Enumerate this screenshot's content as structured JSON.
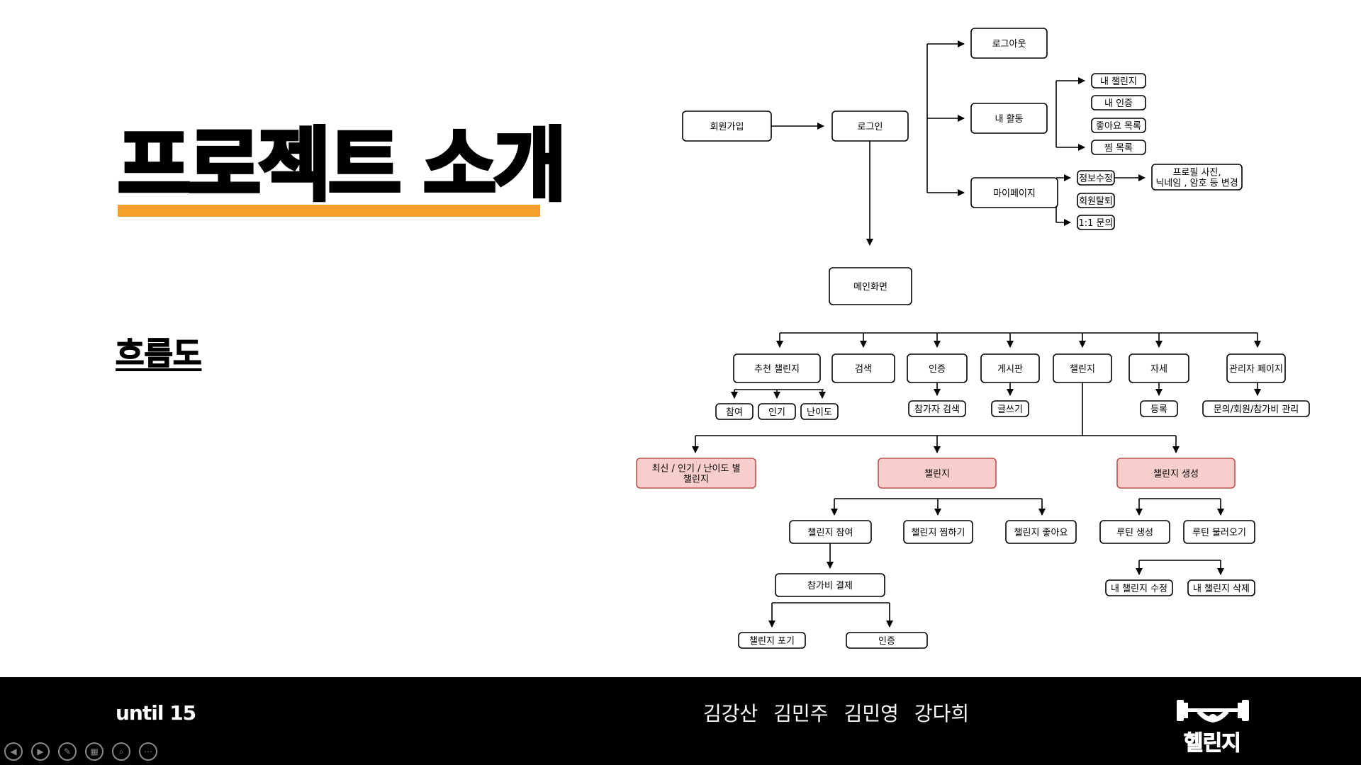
{
  "slide": {
    "title": "프로젝트 소개",
    "subtitle": "흐름도",
    "accent_color": "#f5a02a"
  },
  "diagram": {
    "nodes": {
      "signup": "회원가입",
      "login": "로그인",
      "logout": "로그아웃",
      "my_activity": "내 활동",
      "mypage": "마이페이지",
      "my_challenge": "내 챌린지",
      "my_auth": "내 인증",
      "likes_list": "좋아요 목록",
      "wish_list": "찜 목록",
      "edit_info": "정보수정",
      "profile_change_line1": "프로필 사진,",
      "profile_change_line2": "닉네임 , 암호 등 변경",
      "withdraw": "회원탈퇴",
      "inquiry": "1:1 문의",
      "main": "메인화면",
      "recommend": "추천 챌린지",
      "search": "검색",
      "auth": "인증",
      "board": "게시판",
      "challenge": "챌린지",
      "posture": "자세",
      "admin": "관리자 페이지",
      "join": "참여",
      "popular": "인기",
      "difficulty": "난이도",
      "participant_search": "참가자 검색",
      "write": "글쓰기",
      "register": "등록",
      "admin_manage": "문의/회원/참가비 관리",
      "by_sort_line1": "최신 / 인기 / 난이도 별",
      "by_sort_line2": "챌린지",
      "challenge2": "챌린지",
      "create_challenge": "챌린지 생성",
      "challenge_join": "챌린지 참여",
      "challenge_wish": "챌린지 찜하기",
      "challenge_like": "챌린지 좋아요",
      "routine_create": "루틴 생성",
      "routine_load": "루틴 불러오기",
      "fee_payment": "참가비 결제",
      "edit_my_challenge": "내 챌린지 수정",
      "delete_my_challenge": "내 챌린지 삭제",
      "give_up": "챌린지 포기",
      "auth2": "인증"
    }
  },
  "footer": {
    "left_text": "until 15",
    "members": [
      "김강산",
      "김민주",
      "김민영",
      "강다희"
    ],
    "logo_text": "헬린지"
  }
}
